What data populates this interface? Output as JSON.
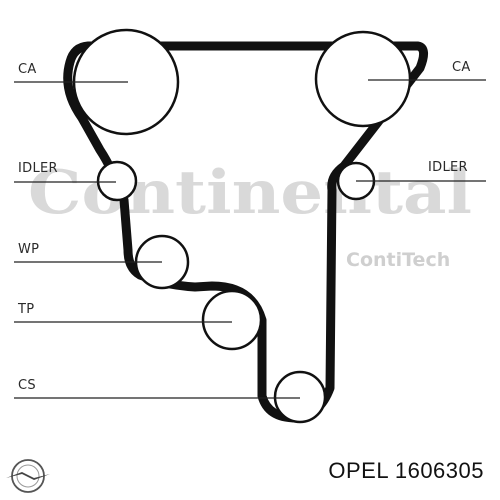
{
  "diagram": {
    "labels": {
      "ca_left": "CA",
      "ca_right": "CA",
      "idler_left": "IDLER",
      "idler_right": "IDLER",
      "wp": "WP",
      "tp": "TP",
      "cs": "CS"
    },
    "watermark": {
      "main": "Continental",
      "sub": "ContiTech"
    }
  },
  "footer": {
    "part_number": "OPEL 1606305"
  },
  "colors": {
    "belt": "#111111",
    "pulley_stroke": "#111111",
    "leader": "#222222",
    "watermark": "#d9d9d9",
    "text": "#2a2a2a"
  },
  "icons": {
    "brand": "opel-logo-icon"
  }
}
